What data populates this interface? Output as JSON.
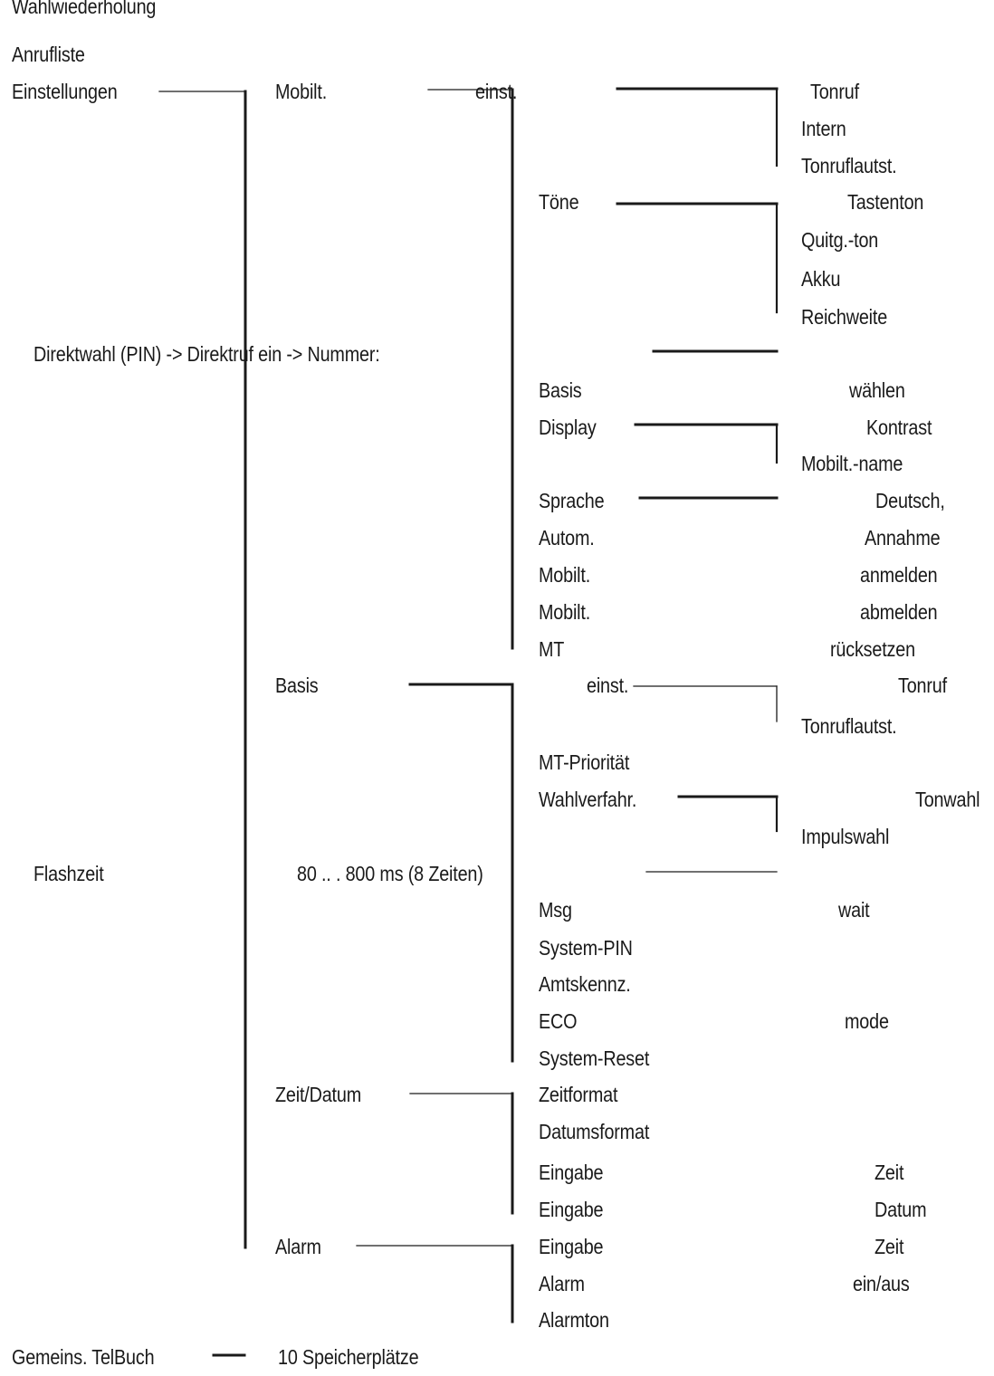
{
  "menu": {
    "wahlwiederholung": "Wahlwiederholung",
    "anrufliste": "Anrufliste",
    "einstellungen": "Einstellungen",
    "direktwahl": "Direktwahl  (PIN) -> Direktruf ein -> Nummer:",
    "flashzeit": "Flashzeit",
    "flashzeit_value": "80 .. . 800 ms (8 Zeiten)",
    "gemeins_telbuch": "Gemeins. TelBuch",
    "speicherplaetze": "10 Speicherplätze"
  },
  "level2": {
    "mobilt": "Mobilt.",
    "basis": "Basis",
    "zeit_datum": "Zeit/Datum",
    "alarm": "Alarm"
  },
  "mobilteil_menu": {
    "einst": "einst.",
    "toene": "Töne",
    "basis": "Basis",
    "display": "Display",
    "sprache": "Sprache",
    "autom": "Autom.",
    "mobilt_anmelden": "Mobilt.",
    "mobilt_abmelden": "Mobilt.",
    "mt": "MT"
  },
  "mobilteil_details": {
    "tonruf": "Tonruf",
    "intern": "Intern",
    "tonruflautst": "Tonruflautst.",
    "tastenton": "Tastenton",
    "quitg_ton": "Quitg.-ton",
    "akku": "Akku",
    "reichweite": "Reichweite",
    "waehlen": "wählen",
    "kontrast": "Kontrast",
    "mobilt_name": "Mobilt.-name",
    "deutsch": "Deutsch,",
    "annahme": "Annahme",
    "anmelden": "anmelden",
    "abmelden": "abmelden",
    "ruecksetzen": "rücksetzen"
  },
  "basis_menu": {
    "einst": "einst.",
    "mt_prioritaet": "MT-Priorität",
    "wahlverfahr": "Wahlverfahr.",
    "msg": "Msg",
    "system_pin": "System-PIN",
    "amtskennz": "Amtskennz.",
    "eco": "ECO",
    "system_reset": "System-Reset"
  },
  "basis_details": {
    "tonruf": "Tonruf",
    "tonruflautst": "Tonruflautst.",
    "tonwahl": "Tonwahl",
    "impulswahl": "Impulswahl",
    "wait": "wait",
    "mode": "mode"
  },
  "zeit_datum_menu": {
    "zeitformat": "Zeitformat",
    "datumsformat": "Datumsformat",
    "eingabe_zeit": "Eingabe",
    "eingabe_datum": "Eingabe",
    "zeit": "Zeit",
    "datum": "Datum"
  },
  "alarm_menu": {
    "eingabe": "Eingabe",
    "alarm": "Alarm",
    "alarmton": "Alarmton",
    "zeit": "Zeit",
    "ein_aus": "ein/aus"
  }
}
